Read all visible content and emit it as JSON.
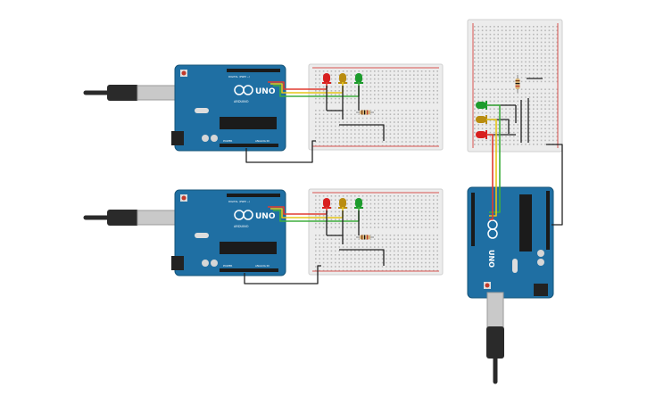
{
  "colors": {
    "board": "#1f6fa3",
    "board_edge": "#155479",
    "breadboard": "#ececec",
    "breadboard_hole": "#b8b8b8",
    "rail_red": "#d9534f",
    "rail_black": "#444444",
    "wire_black": "#222222",
    "wire_red": "#e03c31",
    "wire_yellow": "#e6c619",
    "wire_green": "#3fae3f",
    "led_red": "#d81f1f",
    "led_yellow": "#b98c10",
    "led_green": "#1c9b2c",
    "usb_cable": "#2a2a2a",
    "usb_plug": "#c9c9c9"
  },
  "board_labels": {
    "model": "UNO",
    "brand": "ARDUINO",
    "digital": "DIGITAL (PWM ~)",
    "power": "POWER",
    "analog": "ANALOG IN"
  },
  "boards": [
    {
      "id": "uno-top-left"
    },
    {
      "id": "uno-bottom-left"
    },
    {
      "id": "uno-right"
    }
  ]
}
